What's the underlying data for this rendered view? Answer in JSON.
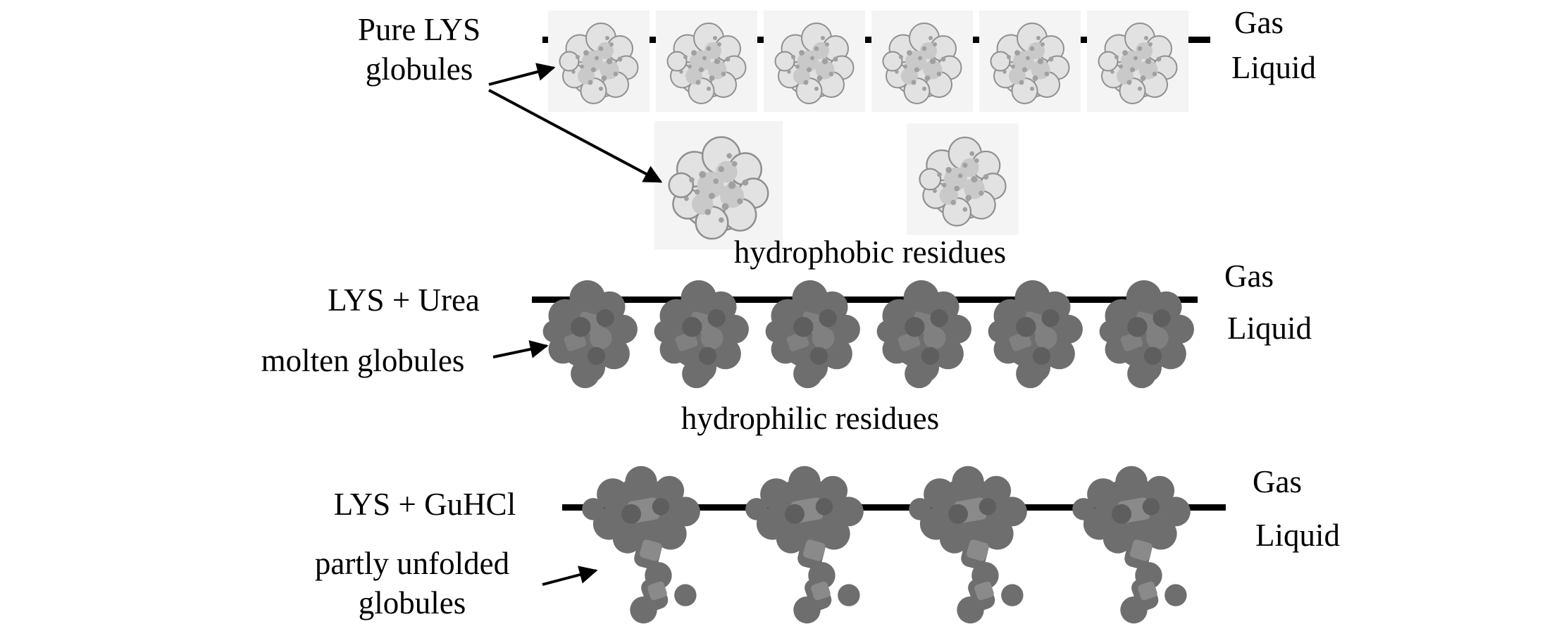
{
  "colors": {
    "background": "#ffffff",
    "text": "#000000",
    "interface_line": "#000000",
    "pure_globule_fill": "#e2e2e2",
    "pure_globule_outline": "#8f8f8f",
    "denatured_globule_fill": "#6e6e6e",
    "denatured_globule_light": "#8a8a8a"
  },
  "panels": {
    "pure": {
      "label_line1": "Pure LYS",
      "label_line2": "globules",
      "gas": "Gas",
      "liquid": "Liquid",
      "globules_at_interface": 6,
      "globules_detached": 2
    },
    "urea": {
      "label": "LYS + Urea",
      "sublabel": "molten globules",
      "annotation_top": "hydrophobic residues",
      "annotation_bottom": "hydrophilic residues",
      "gas": "Gas",
      "liquid": "Liquid",
      "globules_at_interface": 6
    },
    "guhcl": {
      "label": "LYS + GuHCl",
      "sublabel_line1": "partly unfolded",
      "sublabel_line2": "globules",
      "gas": "Gas",
      "liquid": "Liquid",
      "globules_at_interface": 4
    }
  }
}
